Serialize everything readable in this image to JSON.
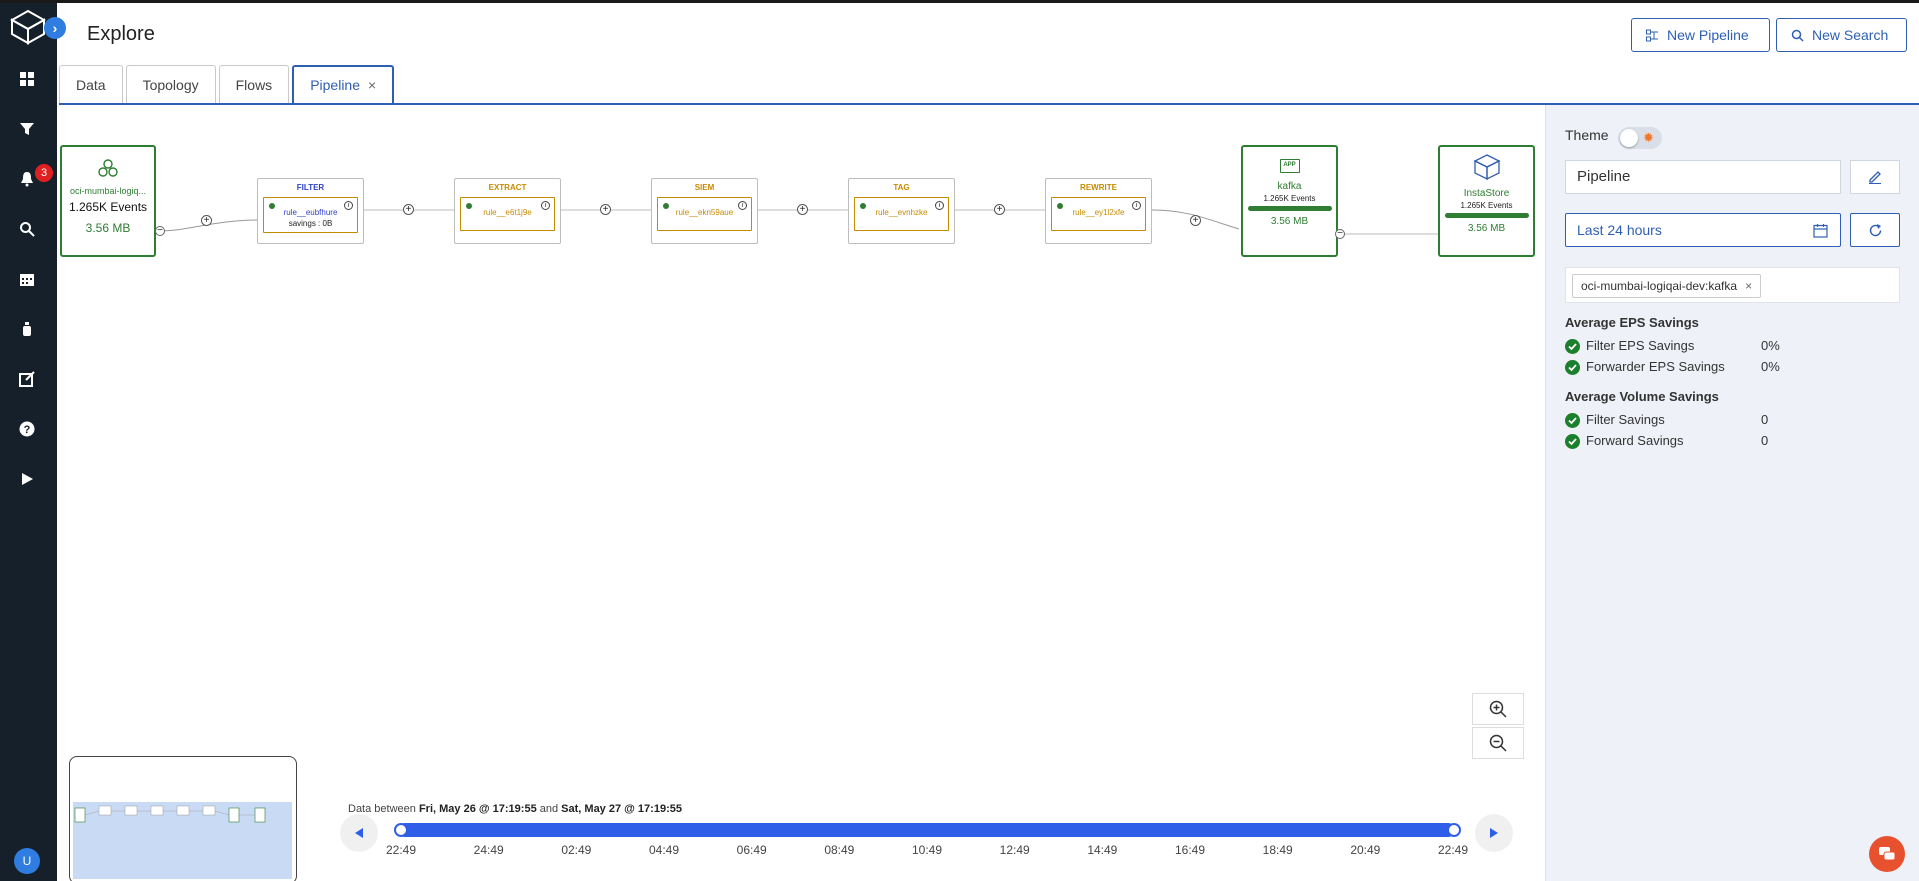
{
  "rail": {
    "badge_count": "3",
    "avatar_initial": "U"
  },
  "header": {
    "title": "Explore",
    "new_pipeline": "New Pipeline",
    "new_search": "New Search"
  },
  "tabs": [
    {
      "label": "Data"
    },
    {
      "label": "Topology"
    },
    {
      "label": "Flows"
    },
    {
      "label": "Pipeline",
      "close": "×"
    }
  ],
  "pipeline": {
    "source": {
      "name": "oci-mumbai-logiq...",
      "events": "1.265K Events",
      "size": "3.56 MB"
    },
    "stages": [
      {
        "title": "FILTER",
        "rule": "rule__eubfhure",
        "sub": "savings : 0B"
      },
      {
        "title": "EXTRACT",
        "rule": "rule__e6t1j9e",
        "sub": ""
      },
      {
        "title": "SIEM",
        "rule": "rule__ekn59aue",
        "sub": ""
      },
      {
        "title": "TAG",
        "rule": "rule__evnhzke",
        "sub": ""
      },
      {
        "title": "REWRITE",
        "rule": "rule__ey1l2xfe",
        "sub": ""
      }
    ],
    "destinations": [
      {
        "name": "kafka",
        "events": "1.265K Events",
        "size": "3.56 MB",
        "icon": "APP"
      },
      {
        "name": "InstaStore",
        "events": "1.265K Events",
        "size": "3.56 MB"
      }
    ],
    "info_glyph": "i",
    "plus_glyph": "+",
    "minus_glyph": "−"
  },
  "range": {
    "caption_prefix": "Data between",
    "from": "Fri, May 26 @ 17:19:55",
    "connector": "and",
    "to": "Sat, May 27 @ 17:19:55",
    "ticks": [
      "22:49",
      "24:49",
      "02:49",
      "04:49",
      "06:49",
      "08:49",
      "10:49",
      "12:49",
      "14:49",
      "16:49",
      "18:49",
      "20:49",
      "22:49"
    ]
  },
  "panel": {
    "theme_label": "Theme",
    "theme_glyph": "✹",
    "pipeline_name": "Pipeline",
    "time_range": "Last 24 hours",
    "chip": "oci-mumbai-logiqai-dev:kafka",
    "chip_close": "×",
    "eps_title": "Average EPS Savings",
    "eps_rows": [
      {
        "label": "Filter EPS Savings",
        "value": "0%"
      },
      {
        "label": "Forwarder EPS Savings",
        "value": "0%"
      }
    ],
    "vol_title": "Average Volume Savings",
    "vol_rows": [
      {
        "label": "Filter Savings",
        "value": "0"
      },
      {
        "label": "Forward Savings",
        "value": "0"
      }
    ]
  },
  "colors": {
    "accent": "#2f5fb3",
    "slider": "#2f5fe9",
    "rail": "#16202a",
    "source_green": "#2e7d32",
    "filter_title": "#2f3fc8",
    "stage_title": "#c58b00",
    "chat": "#e8512e"
  },
  "icons": [
    "logo-cube-icon",
    "chevron-right-icon",
    "dashboard-icon",
    "filter-icon",
    "bell-icon",
    "search-icon",
    "calendar-icon",
    "bottle-icon",
    "edit-square-icon",
    "help-icon",
    "play-icon",
    "pipeline-icon",
    "zoom-in-icon",
    "zoom-out-icon",
    "pencil-icon",
    "refresh-icon",
    "check-icon",
    "chat-icon"
  ]
}
